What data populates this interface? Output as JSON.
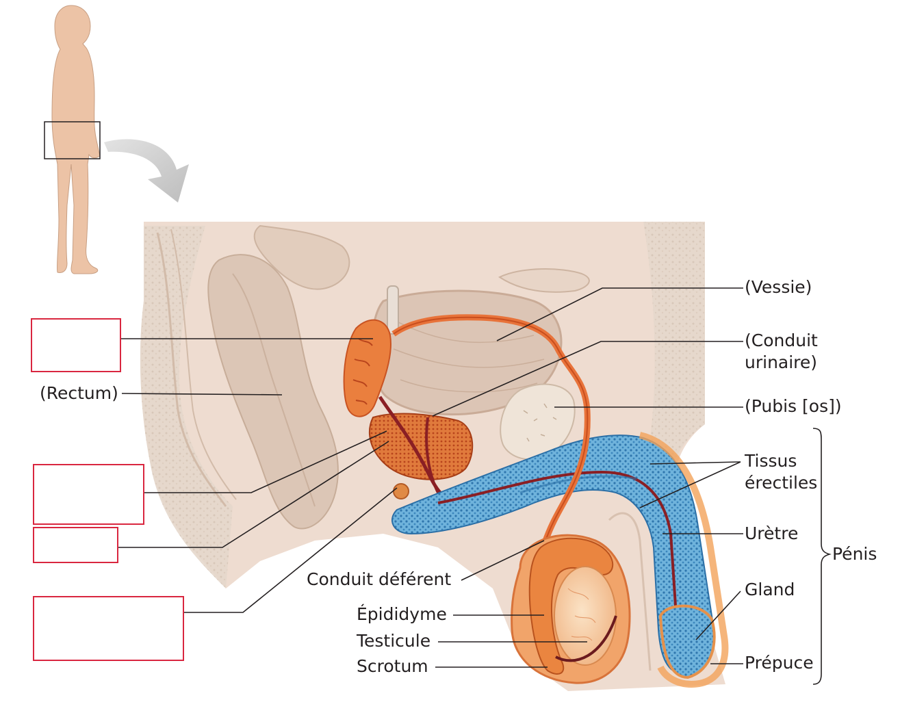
{
  "labels": {
    "rectum": "(Rectum)",
    "vessie": "(Vessie)",
    "conduit_urinaire_1": "(Conduit",
    "conduit_urinaire_2": "urinaire)",
    "pubis": "(Pubis [os])",
    "tissus_1": "Tissus",
    "tissus_2": "érectiles",
    "uretre": "Urètre",
    "penis": "Pénis",
    "gland": "Gland",
    "prepuce": "Prépuce",
    "conduit_deferent": "Conduit déférent",
    "epididyme": "Épididyme",
    "testicule": "Testicule",
    "scrotum": "Scrotum"
  },
  "answer_boxes": [
    {
      "id": "box-1",
      "value": ""
    },
    {
      "id": "box-2",
      "value": ""
    },
    {
      "id": "box-3",
      "value": ""
    },
    {
      "id": "box-4",
      "value": ""
    }
  ],
  "colors": {
    "skin": "#ecd3c3",
    "tissue_bg": "#eadfd5",
    "bladder": "#d9c4b5",
    "orange": "#ea7a3a",
    "orange_dark": "#c84e1e",
    "blue": "#5aa8d6",
    "blue_dark": "#2b6fa6",
    "box_border": "#d9263f",
    "leader": "#231f20"
  }
}
